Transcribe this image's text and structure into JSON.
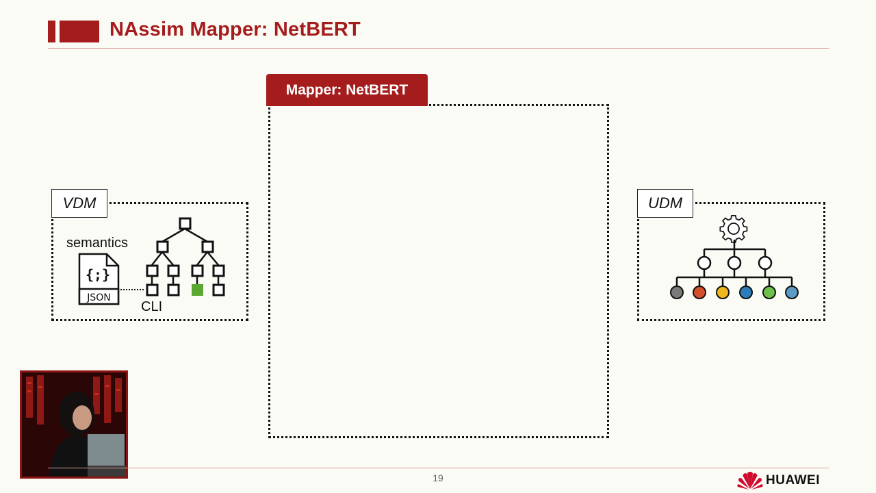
{
  "slide": {
    "title": "NAssim Mapper: NetBERT",
    "page_number": "19"
  },
  "mapper": {
    "tab_label": "Mapper: NetBERT"
  },
  "vdm": {
    "label": "VDM",
    "semantics_label": "semantics",
    "json_label": "JSON",
    "json_glyph": "{;}",
    "cli_label": "CLI",
    "highlight_color": "#5aa832"
  },
  "udm": {
    "label": "UDM",
    "node_colors": [
      "#7a7a7a",
      "#d4502a",
      "#f0b81e",
      "#2e7db8",
      "#6cc24a",
      "#5b9bc6"
    ]
  },
  "brand": {
    "name": "HUAWEI",
    "color": "#cf0a2c"
  },
  "icons": {
    "json_file": "json-file-icon",
    "tree": "tree-diagram-icon",
    "gear": "gear-icon",
    "hierarchy": "hierarchy-icon",
    "logo": "huawei-logo-icon"
  }
}
